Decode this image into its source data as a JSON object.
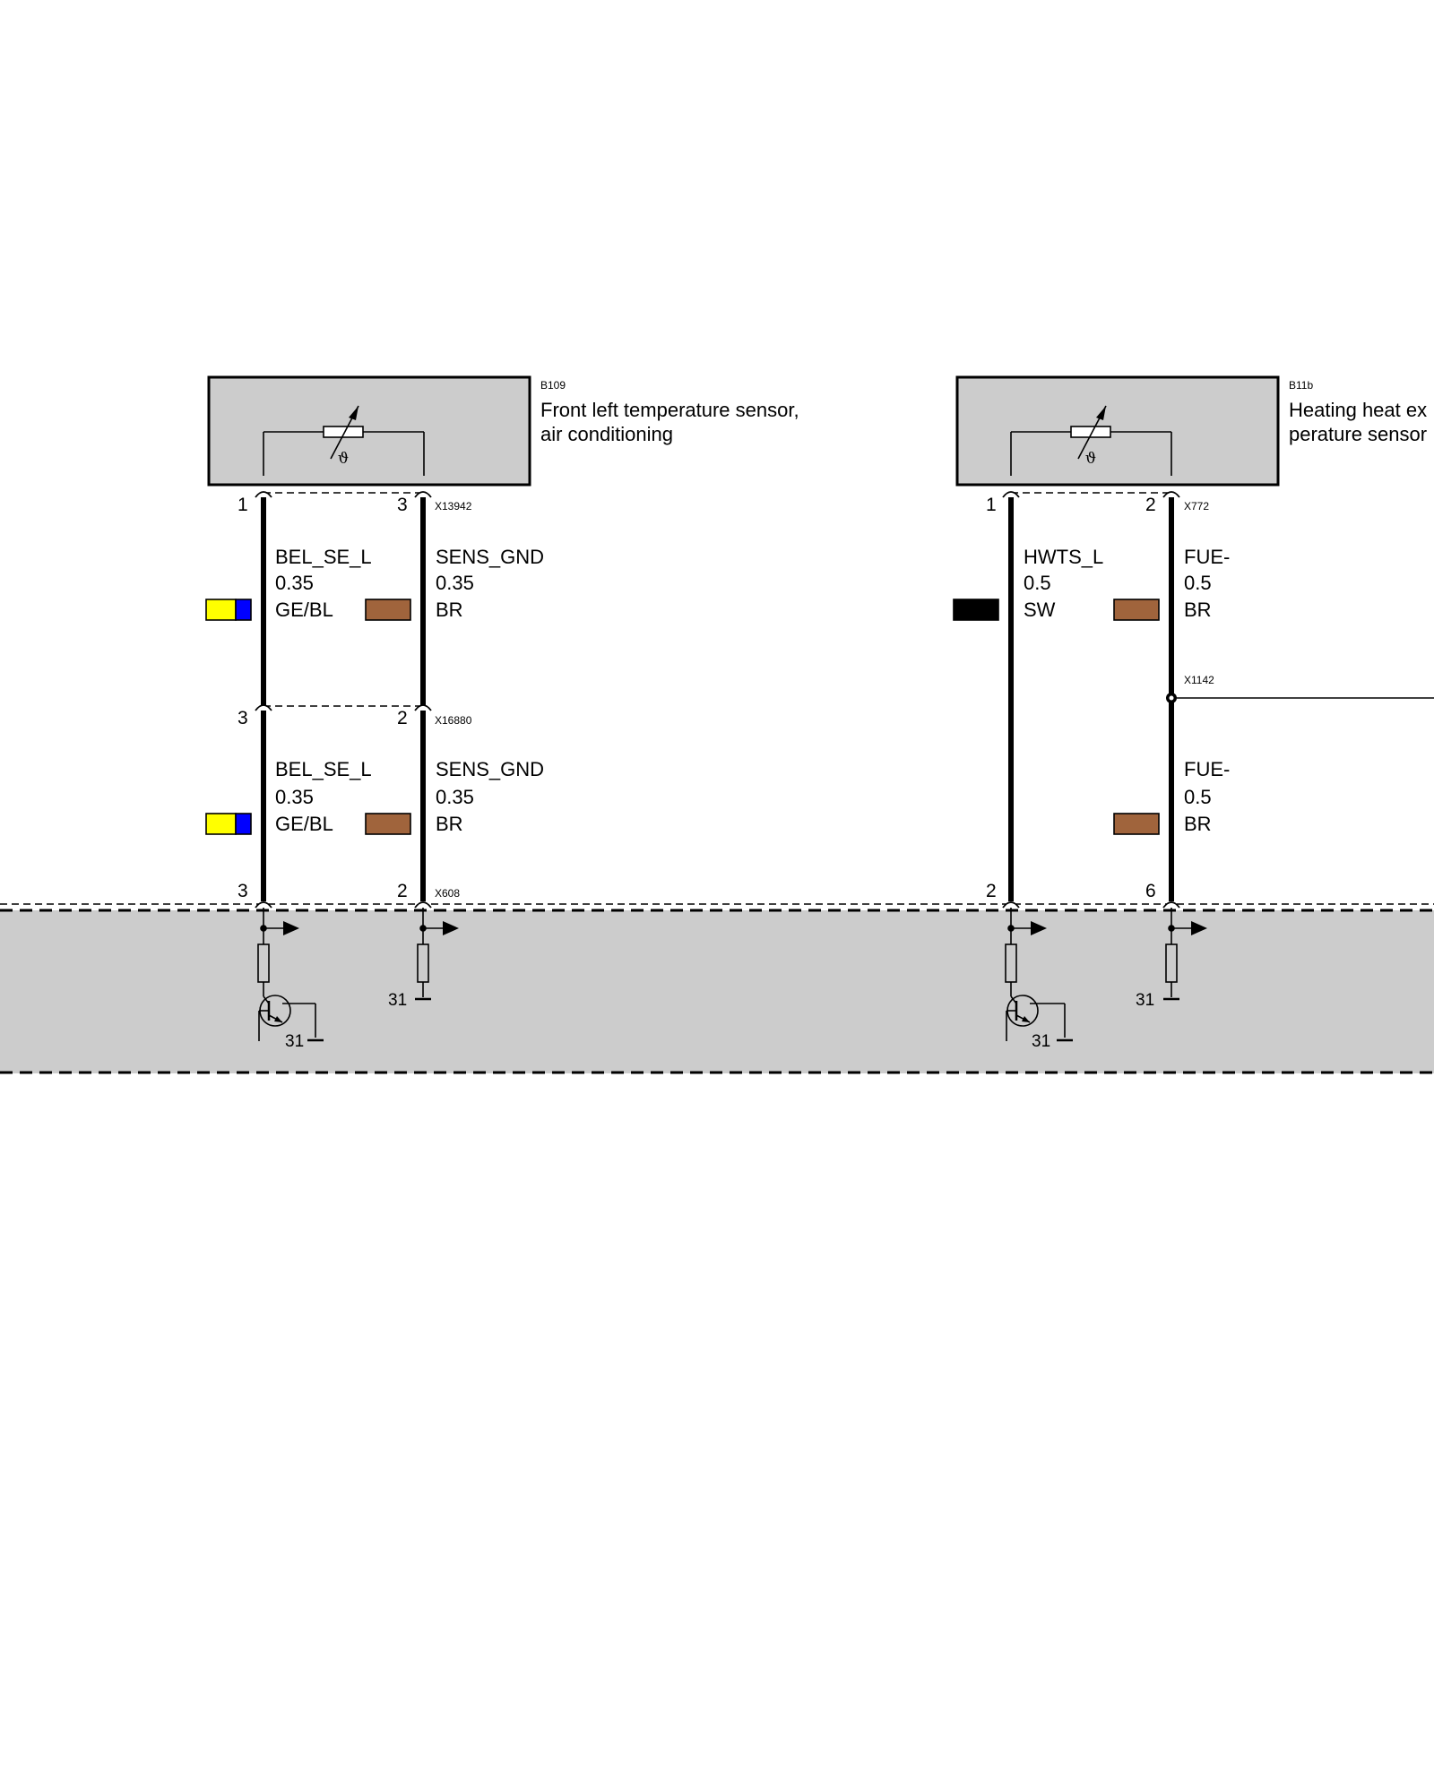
{
  "components": [
    {
      "id": "B109",
      "description_lines": [
        "Front left temperature sensor,",
        "air conditioning"
      ]
    },
    {
      "id": "B11b",
      "description_lines": [
        "Heating heat ex",
        "perature sensor"
      ]
    }
  ],
  "connectors": {
    "left_top": "X13942",
    "left_mid": "X16880",
    "bottom_left": "X608",
    "right_top": "X772",
    "right_splice": "X1142"
  },
  "pins": {
    "left_top": [
      "1",
      "3"
    ],
    "left_mid": [
      "3",
      "2"
    ],
    "left_bottom": [
      "3",
      "2"
    ],
    "right_top": [
      "1",
      "2"
    ],
    "right_bottom": [
      "2",
      "6"
    ]
  },
  "wires": {
    "left_upper": [
      {
        "signal": "BEL_SE_L",
        "size": "0.35",
        "color_code": "GE/BL",
        "swatch": [
          "#ffff00",
          "#0000ff"
        ]
      },
      {
        "signal": "SENS_GND",
        "size": "0.35",
        "color_code": "BR",
        "swatch": [
          "#a0643c"
        ]
      }
    ],
    "left_lower": [
      {
        "signal": "BEL_SE_L",
        "size": "0.35",
        "color_code": "GE/BL",
        "swatch": [
          "#ffff00",
          "#0000ff"
        ]
      },
      {
        "signal": "SENS_GND",
        "size": "0.35",
        "color_code": "BR",
        "swatch": [
          "#a0643c"
        ]
      }
    ],
    "right_upper": [
      {
        "signal": "HWTS_L",
        "size": "0.5",
        "color_code": "SW",
        "swatch": [
          "#000000"
        ]
      },
      {
        "signal": "FUE-",
        "size": "0.5",
        "color_code": "BR",
        "swatch": [
          "#a0643c"
        ]
      }
    ],
    "right_lower": [
      {
        "signal": "FUE-",
        "size": "0.5",
        "color_code": "BR",
        "swatch": [
          "#a0643c"
        ]
      }
    ]
  },
  "ground_label": "31",
  "colors": {
    "component_fill": "#cccccc",
    "control_unit_fill": "#cccccc",
    "wire": "#000000"
  }
}
